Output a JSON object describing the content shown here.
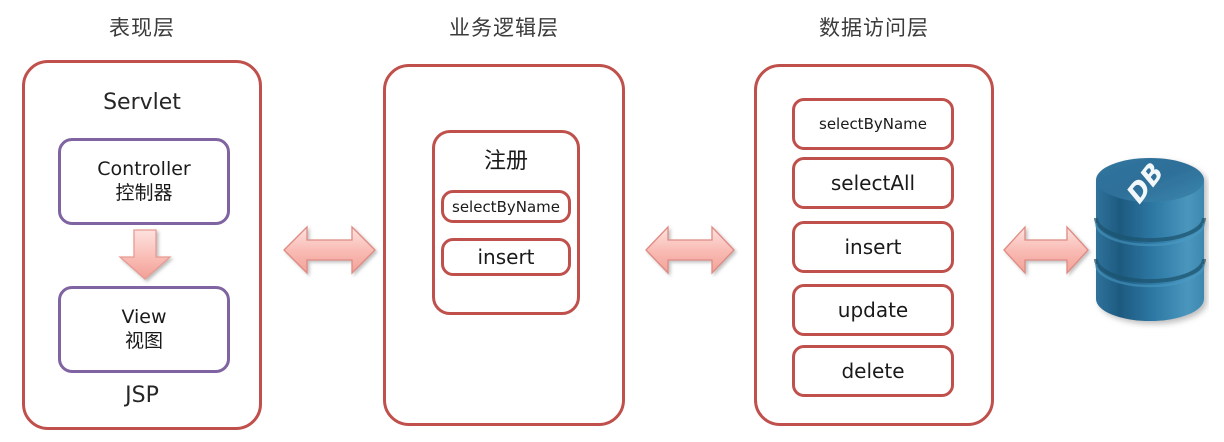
{
  "diagram": {
    "title_presentation": "表现层",
    "title_business": "业务逻辑层",
    "title_data": "数据访问层"
  },
  "colors": {
    "panel_border": "#bf504c",
    "mvc_border": "#8064a2",
    "arrow_fill": "#f7b6b0",
    "arrow_stroke": "#e08a82",
    "db_blue_dark": "#1b5578",
    "db_blue_light": "#3f8bb5",
    "text": "#1a1a1a"
  },
  "presentation_layer": {
    "top_label": "Servlet",
    "bottom_label": "JSP",
    "controller": {
      "en": "Controller",
      "cn": "控制器"
    },
    "view": {
      "en": "View",
      "cn": "视图"
    },
    "flow_arrow": "down-arrow"
  },
  "business_layer": {
    "group_title": "注册",
    "methods": [
      {
        "label": "selectByName",
        "size": "small"
      },
      {
        "label": "insert",
        "size": "normal"
      }
    ]
  },
  "data_layer": {
    "methods": [
      {
        "label": "selectByName",
        "size": "small"
      },
      {
        "label": "selectAll",
        "size": "normal"
      },
      {
        "label": "insert",
        "size": "normal"
      },
      {
        "label": "update",
        "size": "normal"
      },
      {
        "label": "delete",
        "size": "normal"
      }
    ]
  },
  "database": {
    "label": "DB",
    "icon": "database-cylinder-icon"
  },
  "connectors": [
    {
      "name": "presentation-to-business",
      "type": "double-arrow-horizontal"
    },
    {
      "name": "business-to-data",
      "type": "double-arrow-horizontal"
    },
    {
      "name": "data-to-database",
      "type": "double-arrow-horizontal"
    }
  ]
}
